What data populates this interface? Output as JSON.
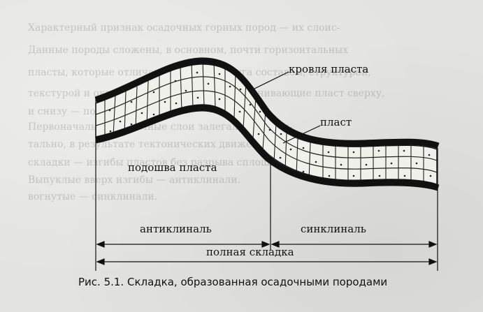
{
  "diagram": {
    "labels": {
      "roof": "кровля пласта",
      "layer": "пласт",
      "base": "подошва пласта",
      "anticline": "антиклиналь",
      "syncline": "синклиналь",
      "full_fold": "полная складка"
    },
    "caption": "Рис. 5.1. Складка, образованная осадочными породами"
  },
  "background_text": [
    "Характерный признак осадочных горных пород — их слоис-",
    "Данные породы сложены, в основном, почти горизонтальных",
    "пласты, которые отличаются друг от друга составом, структурой,",
    "текстурой и окраской. Поверхности, ограничивающие пласт сверху,",
    "и снизу — подошвой.",
    "Первоначально осадочные слои залегали горизон-",
    "тально, в результате тектонических движений образовались в ходе",
    "складки — изгибы пластов без разрыва сплошности.",
    "Выпуклые вверх изгибы — антиклинали.",
    "вогнутые — синклинали."
  ]
}
